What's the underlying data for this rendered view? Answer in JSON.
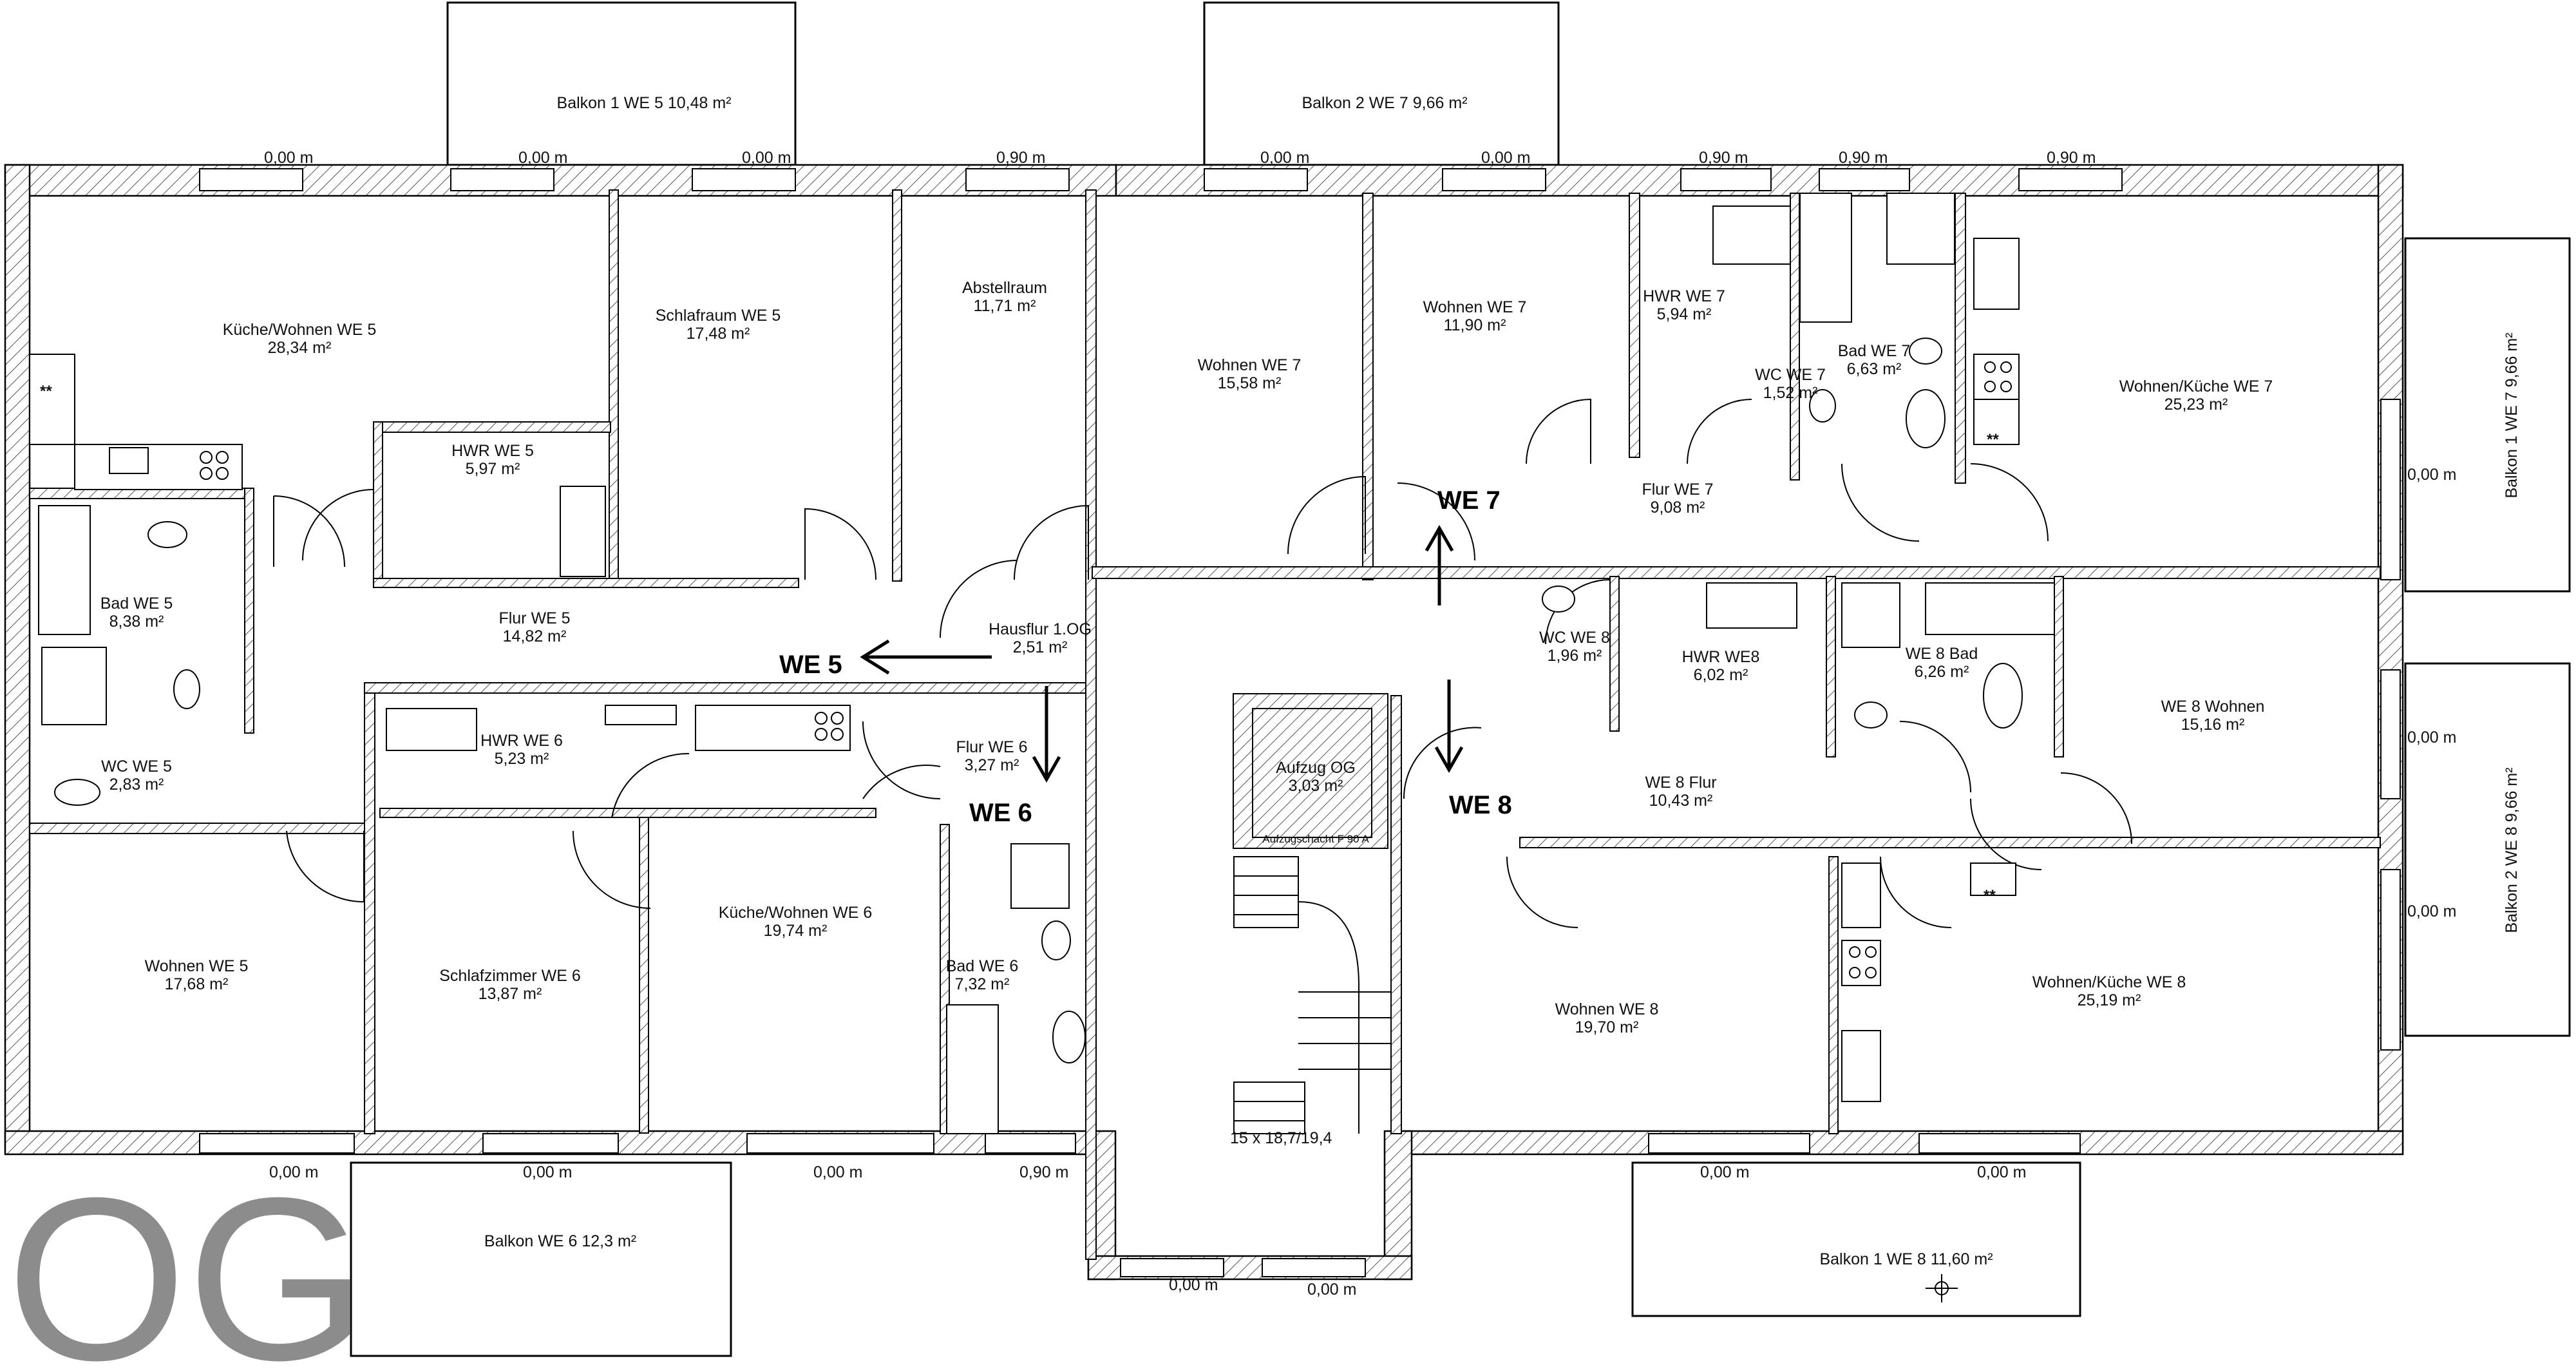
{
  "floor_label": "OG",
  "rooms": [
    {
      "id": "kueche-wohnen-we5",
      "name": "Küche/Wohnen WE 5",
      "area": "28,34 m²"
    },
    {
      "id": "schlafraum-we5",
      "name": "Schlafraum WE 5",
      "area": "17,48 m²"
    },
    {
      "id": "abstellraum",
      "name": "Abstellraum",
      "area": "11,71 m²"
    },
    {
      "id": "hwr-we5",
      "name": "HWR WE 5",
      "area": "5,97 m²"
    },
    {
      "id": "bad-we5",
      "name": "Bad WE 5",
      "area": "8,38 m²"
    },
    {
      "id": "flur-we5",
      "name": "Flur WE 5",
      "area": "14,82 m²"
    },
    {
      "id": "hausflur",
      "name": "Hausflur 1.OG",
      "area": "2,51 m²"
    },
    {
      "id": "wc-we5",
      "name": "WC WE 5",
      "area": "2,83 m²"
    },
    {
      "id": "hwr-we6",
      "name": "HWR WE 6",
      "area": "5,23 m²"
    },
    {
      "id": "flur-we6",
      "name": "Flur WE 6",
      "area": "3,27 m²"
    },
    {
      "id": "wohnen-we5",
      "name": "Wohnen WE 5",
      "area": "17,68 m²"
    },
    {
      "id": "schlafzimmer-we6",
      "name": "Schlafzimmer WE 6",
      "area": "13,87 m²"
    },
    {
      "id": "kueche-wohnen-we6",
      "name": "Küche/Wohnen WE 6",
      "area": "19,74 m²"
    },
    {
      "id": "bad-we6",
      "name": "Bad WE 6",
      "area": "7,32 m²"
    },
    {
      "id": "wohnen-we7-a",
      "name": "Wohnen WE 7",
      "area": "15,58 m²"
    },
    {
      "id": "wohnen-we7-b",
      "name": "Wohnen WE 7",
      "area": "11,90 m²"
    },
    {
      "id": "hwr-we7",
      "name": "HWR WE 7",
      "area": "5,94 m²"
    },
    {
      "id": "wc-we7",
      "name": "WC WE 7",
      "area": "1,52 m²"
    },
    {
      "id": "bad-we7",
      "name": "Bad WE 7",
      "area": "6,63 m²"
    },
    {
      "id": "wohnen-kueche-we7",
      "name": "Wohnen/Küche WE 7",
      "area": "25,23 m²"
    },
    {
      "id": "flur-we7",
      "name": "Flur WE 7",
      "area": "9,08 m²"
    },
    {
      "id": "wc-we8",
      "name": "WC WE 8",
      "area": "1,96 m²"
    },
    {
      "id": "hwr-we8",
      "name": "HWR WE8",
      "area": "6,02 m²"
    },
    {
      "id": "bad-we8",
      "name": "WE 8 Bad",
      "area": "6,26 m²"
    },
    {
      "id": "we8-wohnen",
      "name": "WE 8 Wohnen",
      "area": "15,16 m²"
    },
    {
      "id": "we8-flur",
      "name": "WE 8 Flur",
      "area": "10,43 m²"
    },
    {
      "id": "aufzug",
      "name": "Aufzug OG",
      "area": "3,03 m²"
    },
    {
      "id": "wohnen-we8",
      "name": "Wohnen WE 8",
      "area": "19,70 m²"
    },
    {
      "id": "wohnen-kueche-we8",
      "name": "Wohnen/Küche WE 8",
      "area": "25,19 m²"
    }
  ],
  "balconies": [
    {
      "id": "balkon1-we5",
      "label": "Balkon 1 WE 5  10,48 m²"
    },
    {
      "id": "balkon2-we7",
      "label": "Balkon 2 WE 7 9,66 m²"
    },
    {
      "id": "balkon-we6",
      "label": "Balkon WE 6 12,3 m²"
    },
    {
      "id": "balkon1-we8",
      "label": "Balkon 1 WE 8 11,60 m²"
    },
    {
      "id": "balkon1-we7",
      "label": "Balkon 1 WE 7 9,66 m²"
    },
    {
      "id": "balkon2-we8",
      "label": "Balkon 2 WE 8 9,66 m²"
    }
  ],
  "units": {
    "we5": "WE 5",
    "we6": "WE 6",
    "we7": "WE 7",
    "we8": "WE 8"
  },
  "dimensions": {
    "d1": "0,00 m",
    "d2": "0,00 m",
    "d3": "0,00 m",
    "d4": "0,90 m",
    "d5": "0,00 m",
    "d6": "0,00 m",
    "d7": "0,90 m",
    "d8": "0,90 m",
    "d9": "0,90 m",
    "d10": "0,00 m",
    "d11": "0,00 m",
    "d12": "0,00 m",
    "d13": "0,90 m",
    "d14": "0,00 m",
    "d15": "0,00 m",
    "d16": "0,00 m",
    "d17": "0,00 m",
    "d18": "0,00 m",
    "d19": "0,00 m",
    "d20": "0,00 m"
  },
  "annotations": {
    "shaft": "Aufzugschacht F 90 A",
    "stairs": "15 x 18,7/19,4",
    "star": "**"
  }
}
